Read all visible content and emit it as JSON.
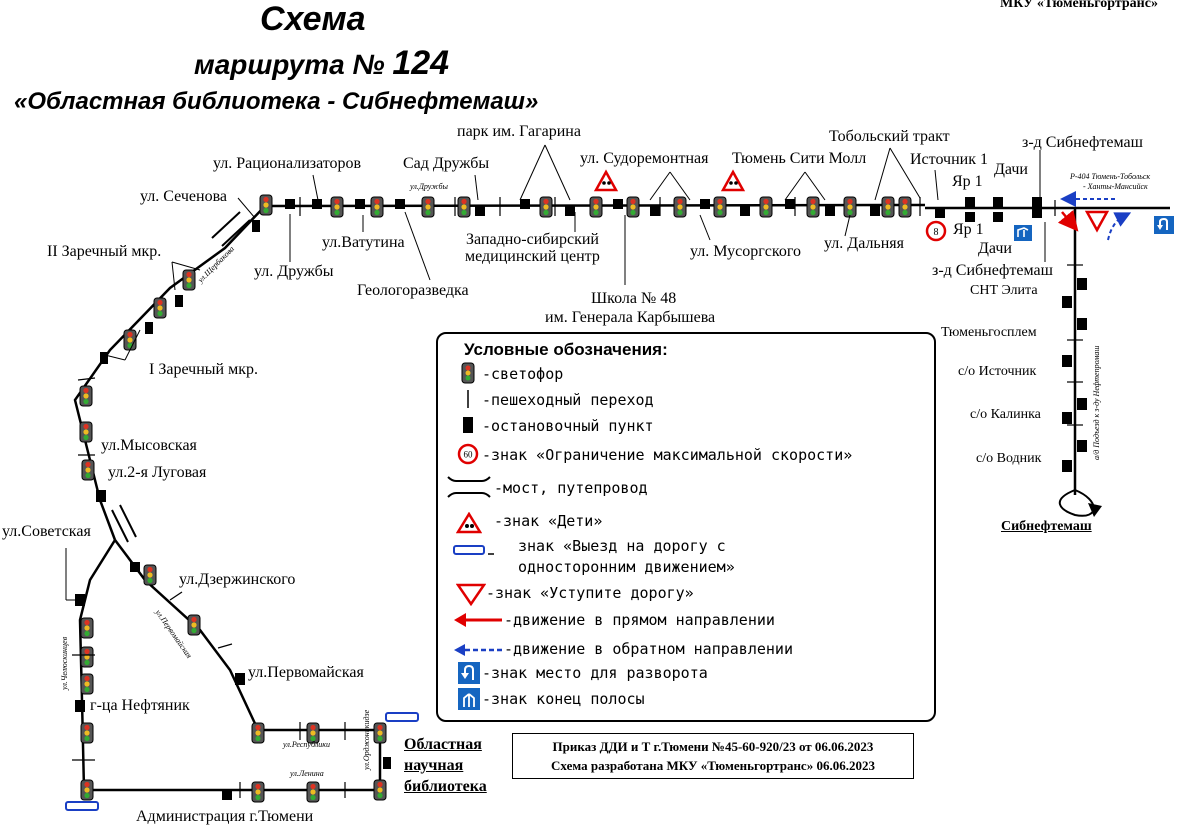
{
  "header": {
    "title_line1": "Схема",
    "title_line2_prefix": "маршрута №",
    "route_number": "124",
    "title_line3": "«Областная библиотека  -  Сибнефтемаш»",
    "organization": "МКУ «Тюменьгортранс»"
  },
  "stops": {
    "sechenova": "ул. Сеченова",
    "ratsionalizatorov": "ул. Рационализаторов",
    "sad_druzhby": "Сад Дружбы",
    "park_gagarina": "парк им. Гагарина",
    "sudoremontnaya": "ул. Судоремонтная",
    "tobolsky_trakt": "Тобольский тракт",
    "tyumen_city_mall": "Тюмень Сити Молл",
    "istochnik_1": "Источник 1",
    "yar_1_top": "Яр 1",
    "dachi_top": "Дачи",
    "zd_sibneftemash_top": "з-д Сибнефтемаш",
    "yar_1_bottom": "Яр 1",
    "dachi_bottom": "Дачи",
    "zd_sibneftemash_bottom": "з-д Сибнефтемаш",
    "vatutina": "ул.Ватутина",
    "druzhby": "ул. Дружбы",
    "geologorazvedka": "Геологоразведка",
    "zap_sib_med_line1": "Западно-сибирский",
    "zap_sib_med_line2": "медицинский центр",
    "school_48_line1": "Школа № 48",
    "school_48_line2": "им. Генерала Карбышева",
    "musorgskogo": "ул. Мусоргского",
    "dalnyaya": "ул. Дальняя",
    "ii_zarechny": "II Заречный мкр.",
    "i_zarechny": "I Заречный мкр.",
    "mysovskaya": "ул.Мысовская",
    "lugovaya_2": "ул.2-я Луговая",
    "sovetskaya": "ул.Советская",
    "dzerzhinskogo": "ул.Дзержинского",
    "pervomayskaya": "ул.Первомайская",
    "gts_neftyanik": "г-ца  Нефтяник",
    "administratsiya": "Администрация г.Тюмени",
    "library_line1": "Областная",
    "library_line2": "научная",
    "library_line3": "библиотека",
    "snt_elita": "СНТ Элита",
    "tyumengosplem": "Тюменьгосплем",
    "so_istochnik": "с/о Источник",
    "so_kalinka": "с/о Калинка",
    "so_vodnik": "с/о Водник",
    "sibneftemash": "Сибнефтемаш"
  },
  "streets": {
    "druzhby": "ул.Дружбы",
    "shcherbakova": "ул.Щербакова",
    "chelyuskintsev": "ул.Челюскинцев",
    "pervomayskaya": "ул.Первомайская",
    "respubliki": "ул.Республики",
    "lenina": "ул.Ленина",
    "ordzhonikidze": "ул.Орджоникидзе",
    "highway_line1": "Р-404 Тюмень-Тобольск",
    "highway_line2": "- Ханты-Мансийск",
    "access_road": "а/д Подъезд к з-ду Нефтепромаш"
  },
  "legend": {
    "heading": "Условные обозначения:",
    "items": [
      {
        "icon": "traffic-light-icon",
        "text": "-светофор"
      },
      {
        "icon": "pedestrian-crossing-icon",
        "text": "-пешеходный переход"
      },
      {
        "icon": "bus-stop-icon",
        "text": "-остановочный пункт"
      },
      {
        "icon": "speed-limit-icon",
        "text": "-знак «Ограничение максимальной скорости»"
      },
      {
        "icon": "bridge-icon",
        "text": "-мост, путепровод"
      },
      {
        "icon": "children-sign-icon",
        "text": "-знак «Дети»"
      },
      {
        "icon": "one-way-exit-icon",
        "text_line1": "знак «Выезд на дорогу с",
        "text_line2": "односторонним движением»"
      },
      {
        "icon": "yield-sign-icon",
        "text": "-знак «Уступите дорогу»"
      },
      {
        "icon": "forward-arrow-icon",
        "text": "-движение в прямом направлении"
      },
      {
        "icon": "reverse-arrow-icon",
        "text": "-движение в обратном направлении"
      },
      {
        "icon": "u-turn-sign-icon",
        "text": "-знак место для разворота"
      },
      {
        "icon": "lane-end-sign-icon",
        "text": "-знак конец полосы"
      }
    ],
    "speed_value": "60",
    "speed_on_map": "8"
  },
  "order": {
    "line1": "Приказ ДДИ и Т г.Тюмени №45-60-920/23 от 06.06.2023",
    "line2": "Схема разработана МКУ «Тюменьгортранс» 06.06.2023"
  },
  "colors": {
    "route": "#000000",
    "forward_arrow": "#e00000",
    "reverse_arrow": "#1a3fc4",
    "sign_blue": "#1565c0",
    "sign_red": "#e00000"
  }
}
